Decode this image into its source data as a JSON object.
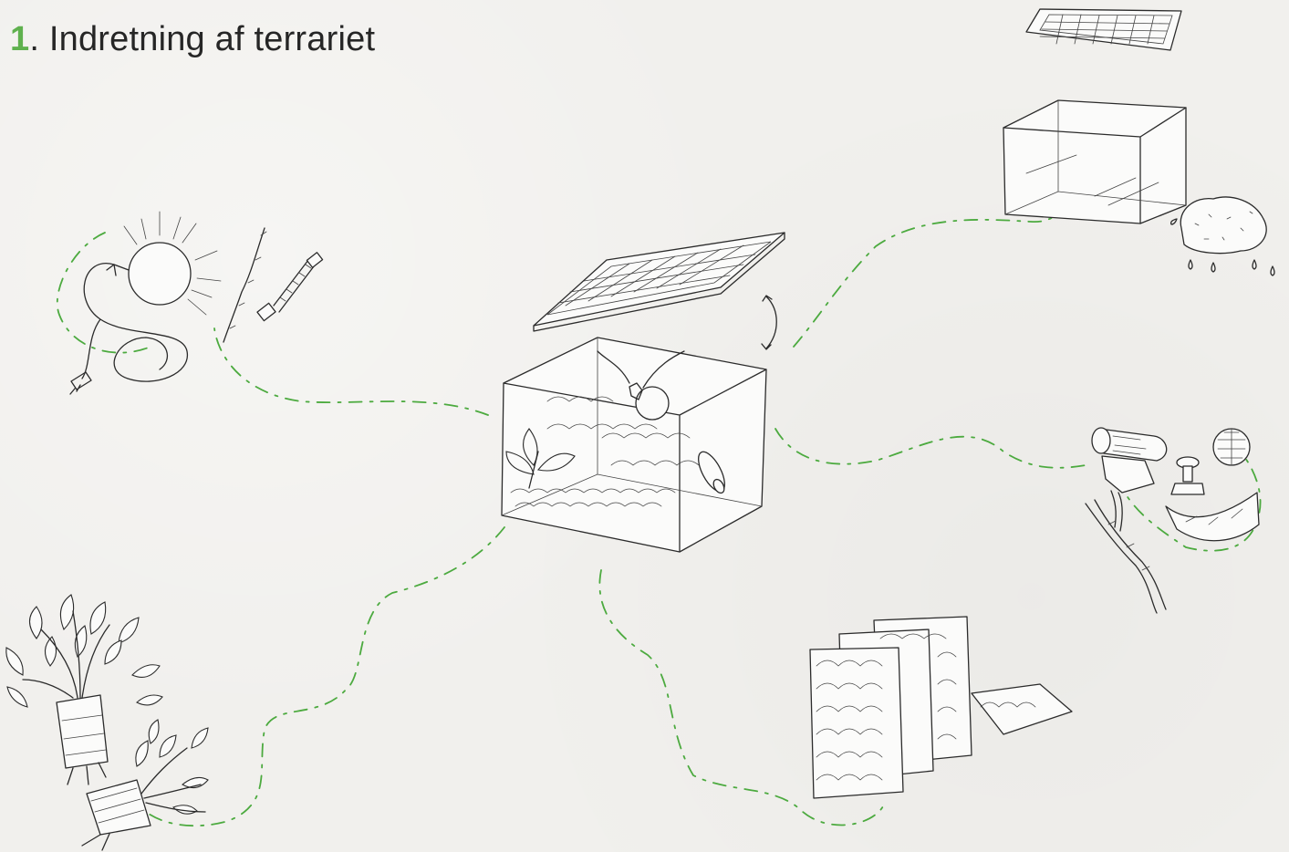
{
  "heading": {
    "number": "1",
    "text": ". Indretning af terrariet"
  },
  "colors": {
    "accent": "#5fb14e",
    "path": "#4caa3f",
    "ink": "#2b2b2b",
    "paper": "#f1f0ed"
  },
  "illustrations": [
    "lamp-cord-and-heating-cables",
    "empty-terrarium-with-mesh-lid-and-substrate",
    "terrarium-assembled-center",
    "hides-cork-bark-and-branch",
    "background-panels",
    "plants"
  ]
}
